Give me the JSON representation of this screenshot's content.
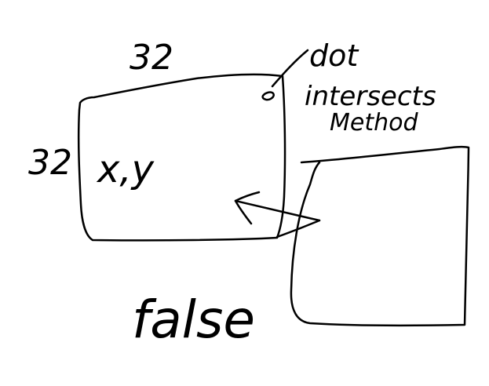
{
  "labels": {
    "top_width": "32",
    "left_height": "32",
    "inside_text": "x,y",
    "annotation_line1": "dot",
    "annotation_line2": "intersects",
    "annotation_line3": "Method",
    "result": "false"
  },
  "colors": {
    "background": "#ffffff",
    "ink": "#000000"
  }
}
